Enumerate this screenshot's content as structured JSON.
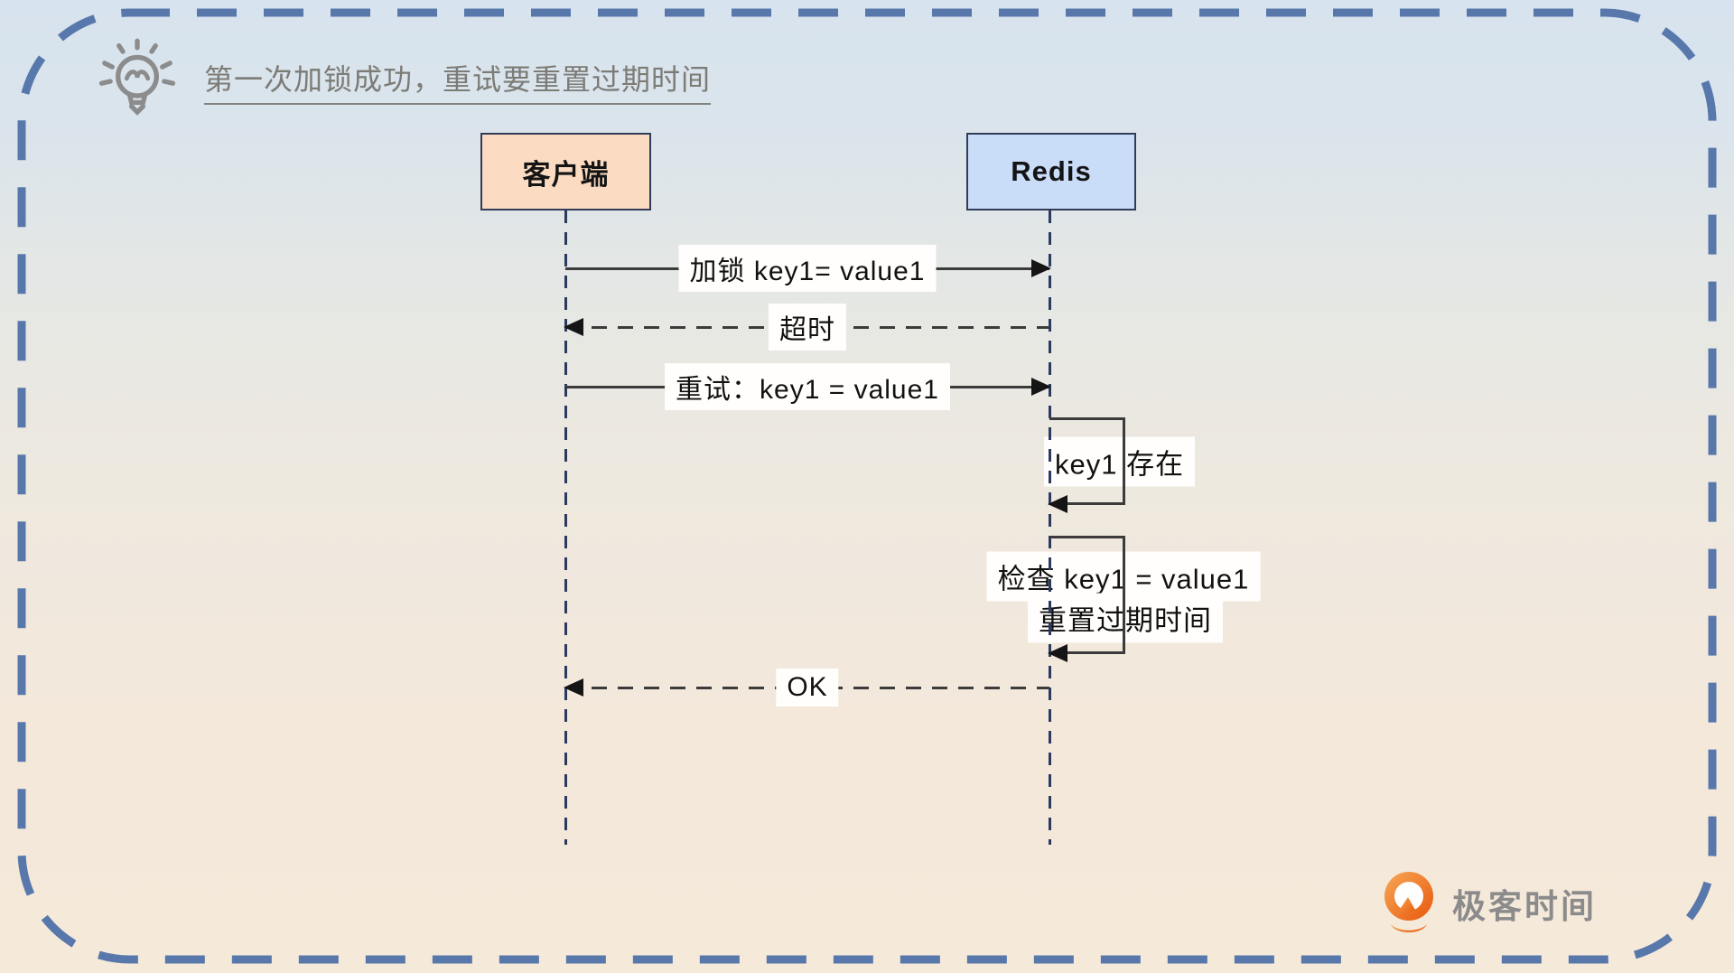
{
  "title": {
    "icon": "lightbulb-icon",
    "text": "第一次加锁成功，重试要重置过期时间"
  },
  "actors": [
    {
      "id": "client",
      "label": "客户端",
      "fill": "#FBDCC2"
    },
    {
      "id": "redis",
      "label": "Redis",
      "fill": "#C9DCF8"
    }
  ],
  "messages": [
    {
      "from": "client",
      "to": "redis",
      "line": "solid",
      "label": "加锁 key1= value1"
    },
    {
      "from": "redis",
      "to": "client",
      "line": "dashed",
      "label": "超时"
    },
    {
      "from": "client",
      "to": "redis",
      "line": "solid",
      "label": "重试：key1 = value1"
    },
    {
      "from": "redis",
      "to": "client",
      "line": "dashed",
      "label": "OK"
    }
  ],
  "self_messages": [
    {
      "actor": "redis",
      "label": "key1 存在"
    },
    {
      "actor": "redis",
      "line1": "检查 key1 = value1",
      "line2": "重置过期时间"
    }
  ],
  "watermark": {
    "icon": "geektime-logo-icon",
    "brand": "极客时间"
  },
  "colors": {
    "frame_border": "#5878AC",
    "background_top": "#D7E3EE",
    "background_bottom": "#F5E9DA",
    "lifeline": "#2B3A5E",
    "message_line": "#3B3B3B",
    "client_fill": "#FBDCC2",
    "redis_fill": "#C9DCF8",
    "box_border": "#323C58",
    "title_text": "#7C7B75",
    "brand_text": "#8B8B8B",
    "brand_orange": "#EB6414"
  }
}
